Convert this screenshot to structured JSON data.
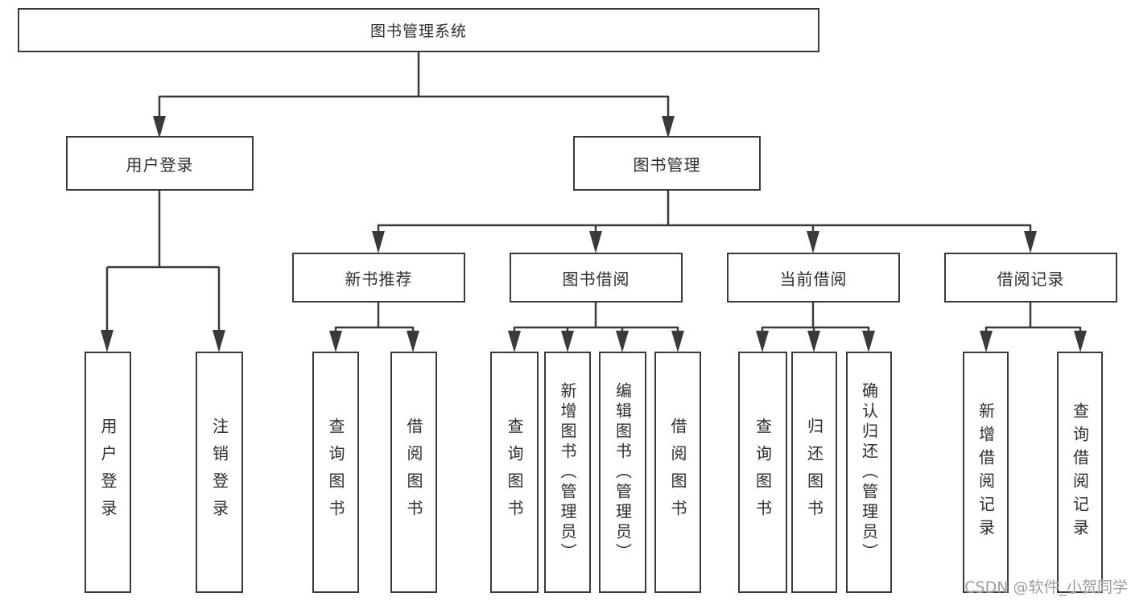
{
  "colors": {
    "line": "#3a3a3a",
    "box_border": "#3a3a3a",
    "box_fill": "#ffffff",
    "text": "#2e2e2e",
    "watermark": "#9d9d9d",
    "bg": "#ffffff"
  },
  "watermark": {
    "text": "CSDN @软件_小贺同学"
  },
  "tree": {
    "label": "图书管理系统",
    "children": [
      {
        "label": "用户登录",
        "children": [
          {
            "label": "用户登录"
          },
          {
            "label": "注销登录"
          }
        ]
      },
      {
        "label": "图书管理",
        "children": [
          {
            "label": "新书推荐",
            "children": [
              {
                "label": "查询图书"
              },
              {
                "label": "借阅图书"
              }
            ]
          },
          {
            "label": "图书借阅",
            "children": [
              {
                "label": "查询图书"
              },
              {
                "label": "新增图书（管理员）"
              },
              {
                "label": "编辑图书（管理员）"
              },
              {
                "label": "借阅图书"
              }
            ]
          },
          {
            "label": "当前借阅",
            "children": [
              {
                "label": "查询图书"
              },
              {
                "label": "归还图书"
              },
              {
                "label": "确认归还（管理员）"
              }
            ]
          },
          {
            "label": "借阅记录",
            "children": [
              {
                "label": "新增借阅记录"
              },
              {
                "label": "查询借阅记录"
              }
            ]
          }
        ]
      }
    ]
  }
}
